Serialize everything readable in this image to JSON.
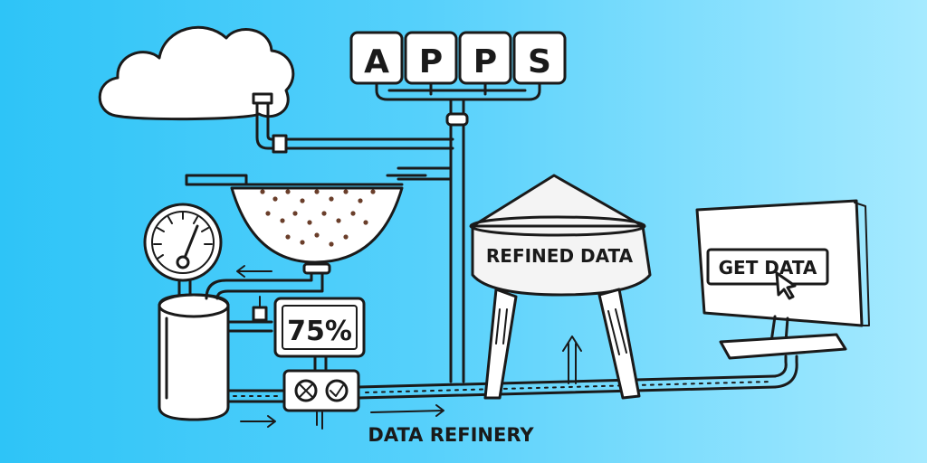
{
  "diagram": {
    "apps_letters": [
      "A",
      "P",
      "P",
      "S"
    ],
    "gauge_readout": "75%",
    "tank_label": "REFINED DATA",
    "button_label": "GET DATA",
    "caption": "DATA REFINERY"
  },
  "colors": {
    "background_left": "#2ec4f7",
    "background_right": "#a6eaff",
    "ink": "#1a1a1a",
    "data_droplets": "#6a3e2a"
  }
}
